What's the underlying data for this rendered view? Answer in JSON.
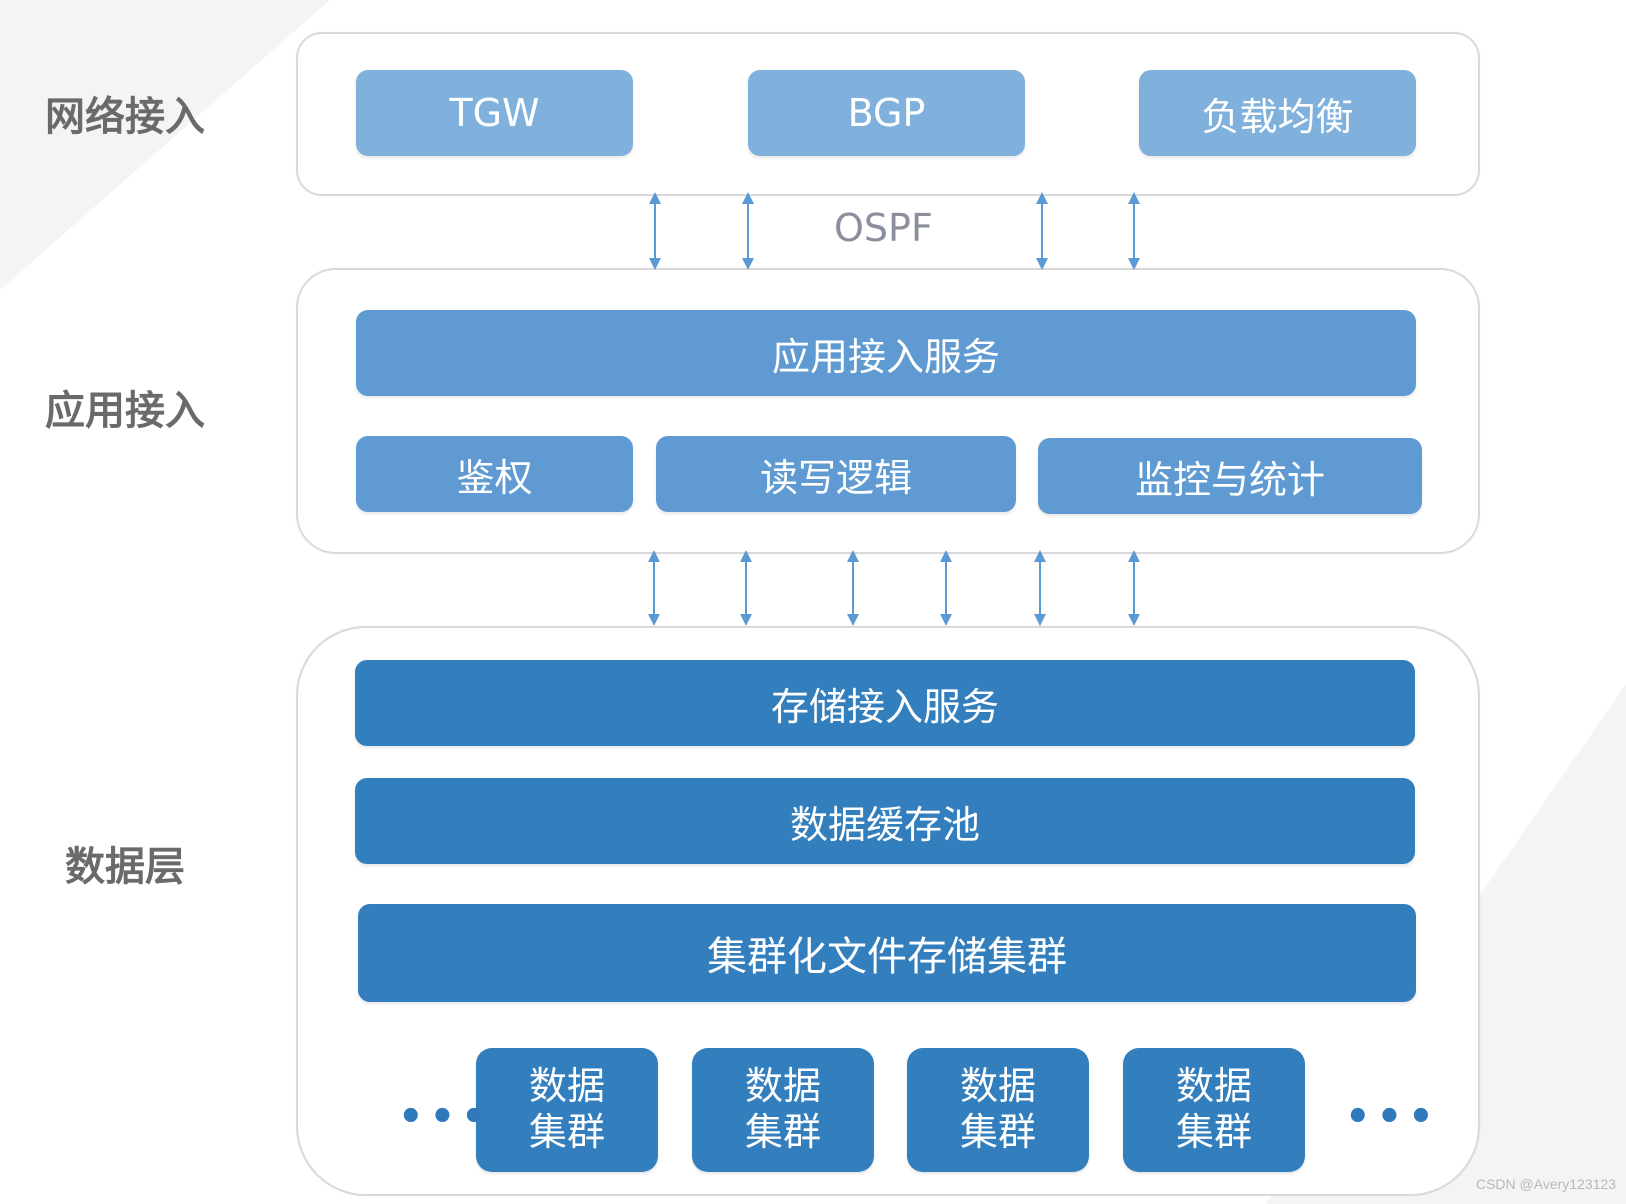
{
  "layers": {
    "network": "网络接入",
    "app": "应用接入",
    "data": "数据层"
  },
  "network": {
    "tgw": "TGW",
    "bgp": "BGP",
    "lb": "负载均衡"
  },
  "ospf": "OSPF",
  "app": {
    "service": "应用接入服务",
    "auth": "鉴权",
    "rw": "读写逻辑",
    "monitor": "监控与统计"
  },
  "data": {
    "storage_service": "存储接入服务",
    "cache_pool": "数据缓存池",
    "file_cluster": "集群化文件存储集群",
    "cluster_line1": "数据",
    "cluster_line2": "集群",
    "ellipsis": "•••"
  },
  "watermark": "CSDN @Avery123123",
  "colors": {
    "light_blue": "#7fb1dc",
    "mid_blue": "#5f9bd2",
    "dark_blue": "#337ebd",
    "arrow": "#5b9bd5"
  }
}
